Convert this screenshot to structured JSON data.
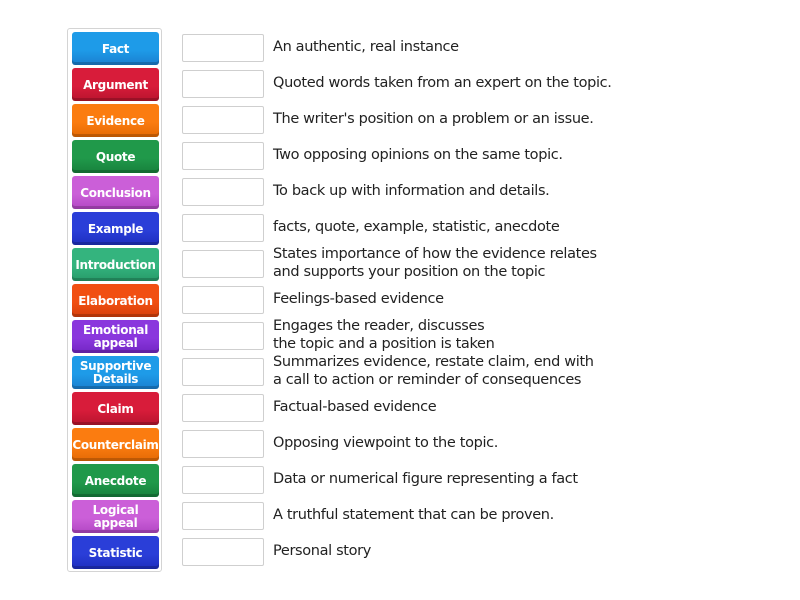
{
  "tiles": [
    {
      "label": "Fact",
      "color": "#1e9be8",
      "color_dark": "#1a7fd0"
    },
    {
      "label": "Argument",
      "color": "#d81c3a",
      "color_dark": "#b8142e"
    },
    {
      "label": "Evidence",
      "color": "#fb7c10",
      "color_dark": "#e46a05"
    },
    {
      "label": "Quote",
      "color": "#20994a",
      "color_dark": "#17803c"
    },
    {
      "label": "Conclusion",
      "color": "#cb5fd8",
      "color_dark": "#b247c4"
    },
    {
      "label": "Example",
      "color": "#2a3ed8",
      "color_dark": "#1e2fbf"
    },
    {
      "label": "Introduction",
      "color": "#34b47e",
      "color_dark": "#279a69"
    },
    {
      "label": "Elaboration",
      "color": "#f14f12",
      "color_dark": "#d5400b"
    },
    {
      "label": "Emotional appeal",
      "color": "#8a37dd",
      "color_dark": "#7326c4"
    },
    {
      "label": "Supportive Details",
      "color": "#1e9be8",
      "color_dark": "#1a7fd0"
    },
    {
      "label": "Claim",
      "color": "#d81c3a",
      "color_dark": "#b8142e"
    },
    {
      "label": "Counterclaim",
      "color": "#fb7c10",
      "color_dark": "#e46a05"
    },
    {
      "label": "Anecdote",
      "color": "#20994a",
      "color_dark": "#17803c"
    },
    {
      "label": "Logical appeal",
      "color": "#cb5fd8",
      "color_dark": "#b247c4"
    },
    {
      "label": "Statistic",
      "color": "#2a3ed8",
      "color_dark": "#1e2fbf"
    }
  ],
  "definitions": [
    "An authentic, real instance",
    "Quoted words taken from an expert on the topic.",
    "The writer's position on a problem or an issue.",
    "Two opposing opinions on the same topic.",
    "To back up with information and details.",
    "facts, quote, example, statistic, anecdote",
    "States importance of how the evidence relates\nand supports your position on the topic",
    "Feelings-based evidence",
    "Engages the reader, discusses\nthe topic and a position is taken",
    "Summarizes evidence, restate claim, end with\na call to action or reminder of consequences",
    "Factual-based evidence",
    "Opposing viewpoint to the topic.",
    "Data or numerical figure representing a fact",
    "A truthful statement that can be proven.",
    "Personal story"
  ]
}
